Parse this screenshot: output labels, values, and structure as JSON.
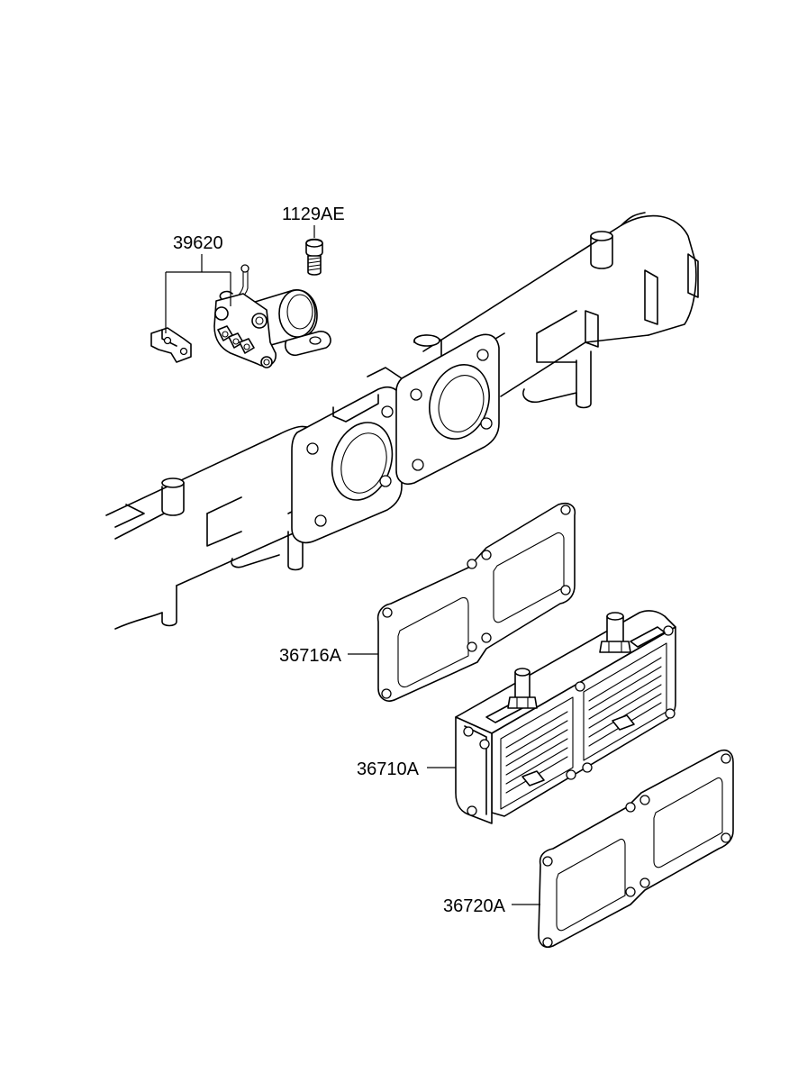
{
  "parts": [
    {
      "id": "p39620",
      "number": "39620"
    },
    {
      "id": "p1129AE",
      "number": "1129AE"
    },
    {
      "id": "p36716A",
      "number": "36716A"
    },
    {
      "id": "p36710A",
      "number": "36710A"
    },
    {
      "id": "p36720A",
      "number": "36720A"
    }
  ]
}
